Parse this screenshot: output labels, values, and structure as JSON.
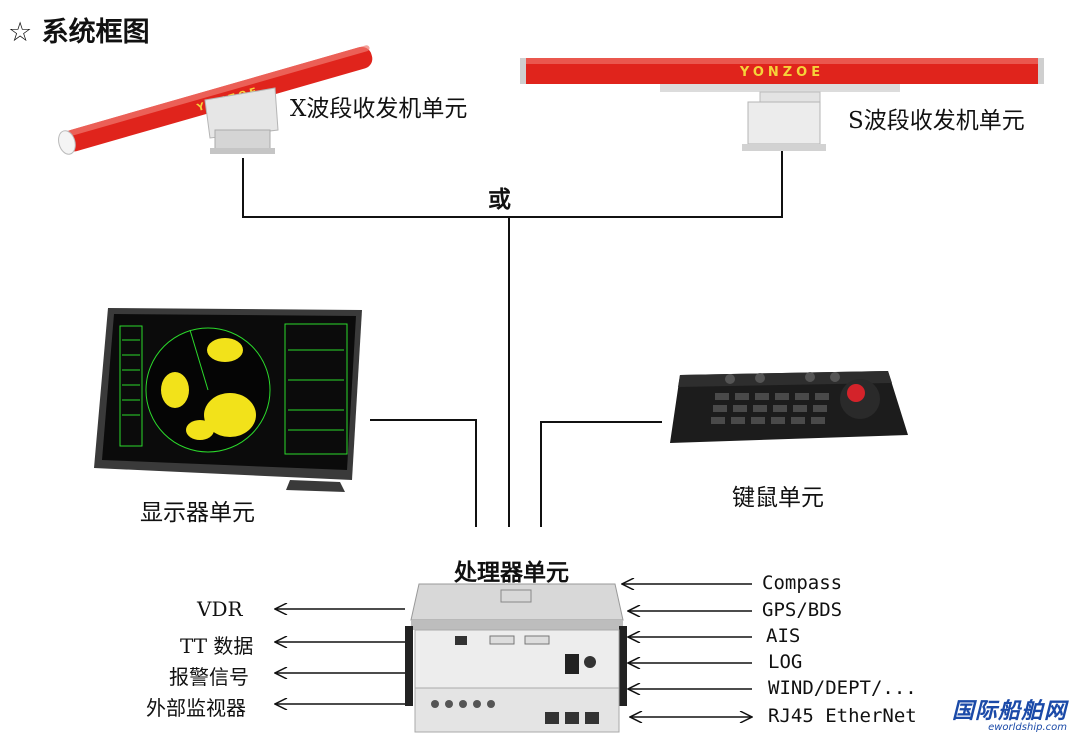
{
  "title": "☆ 系统框图",
  "units": {
    "x_band": "X波段收发机单元",
    "s_band": "S波段收发机单元",
    "or_label": "或",
    "display": "显示器单元",
    "keyboard": "键鼠单元",
    "processor": "处理器单元",
    "brand": "YONZOE"
  },
  "outputs": [
    "VDR",
    "TT 数据",
    "报警信号",
    "外部监视器"
  ],
  "inputs": [
    "Compass",
    "GPS/BDS",
    "AIS",
    "LOG",
    "WIND/DEPT/...",
    "RJ45 EtherNet"
  ],
  "watermark": {
    "main": "国际船舶网",
    "sub": "eworldship.com"
  },
  "colors": {
    "antenna": "#e0241c",
    "brand_text": "#f5d33a",
    "radar_yellow": "#f2e21a",
    "radar_green": "#2bd92b",
    "watermark": "#1b4aa8"
  }
}
